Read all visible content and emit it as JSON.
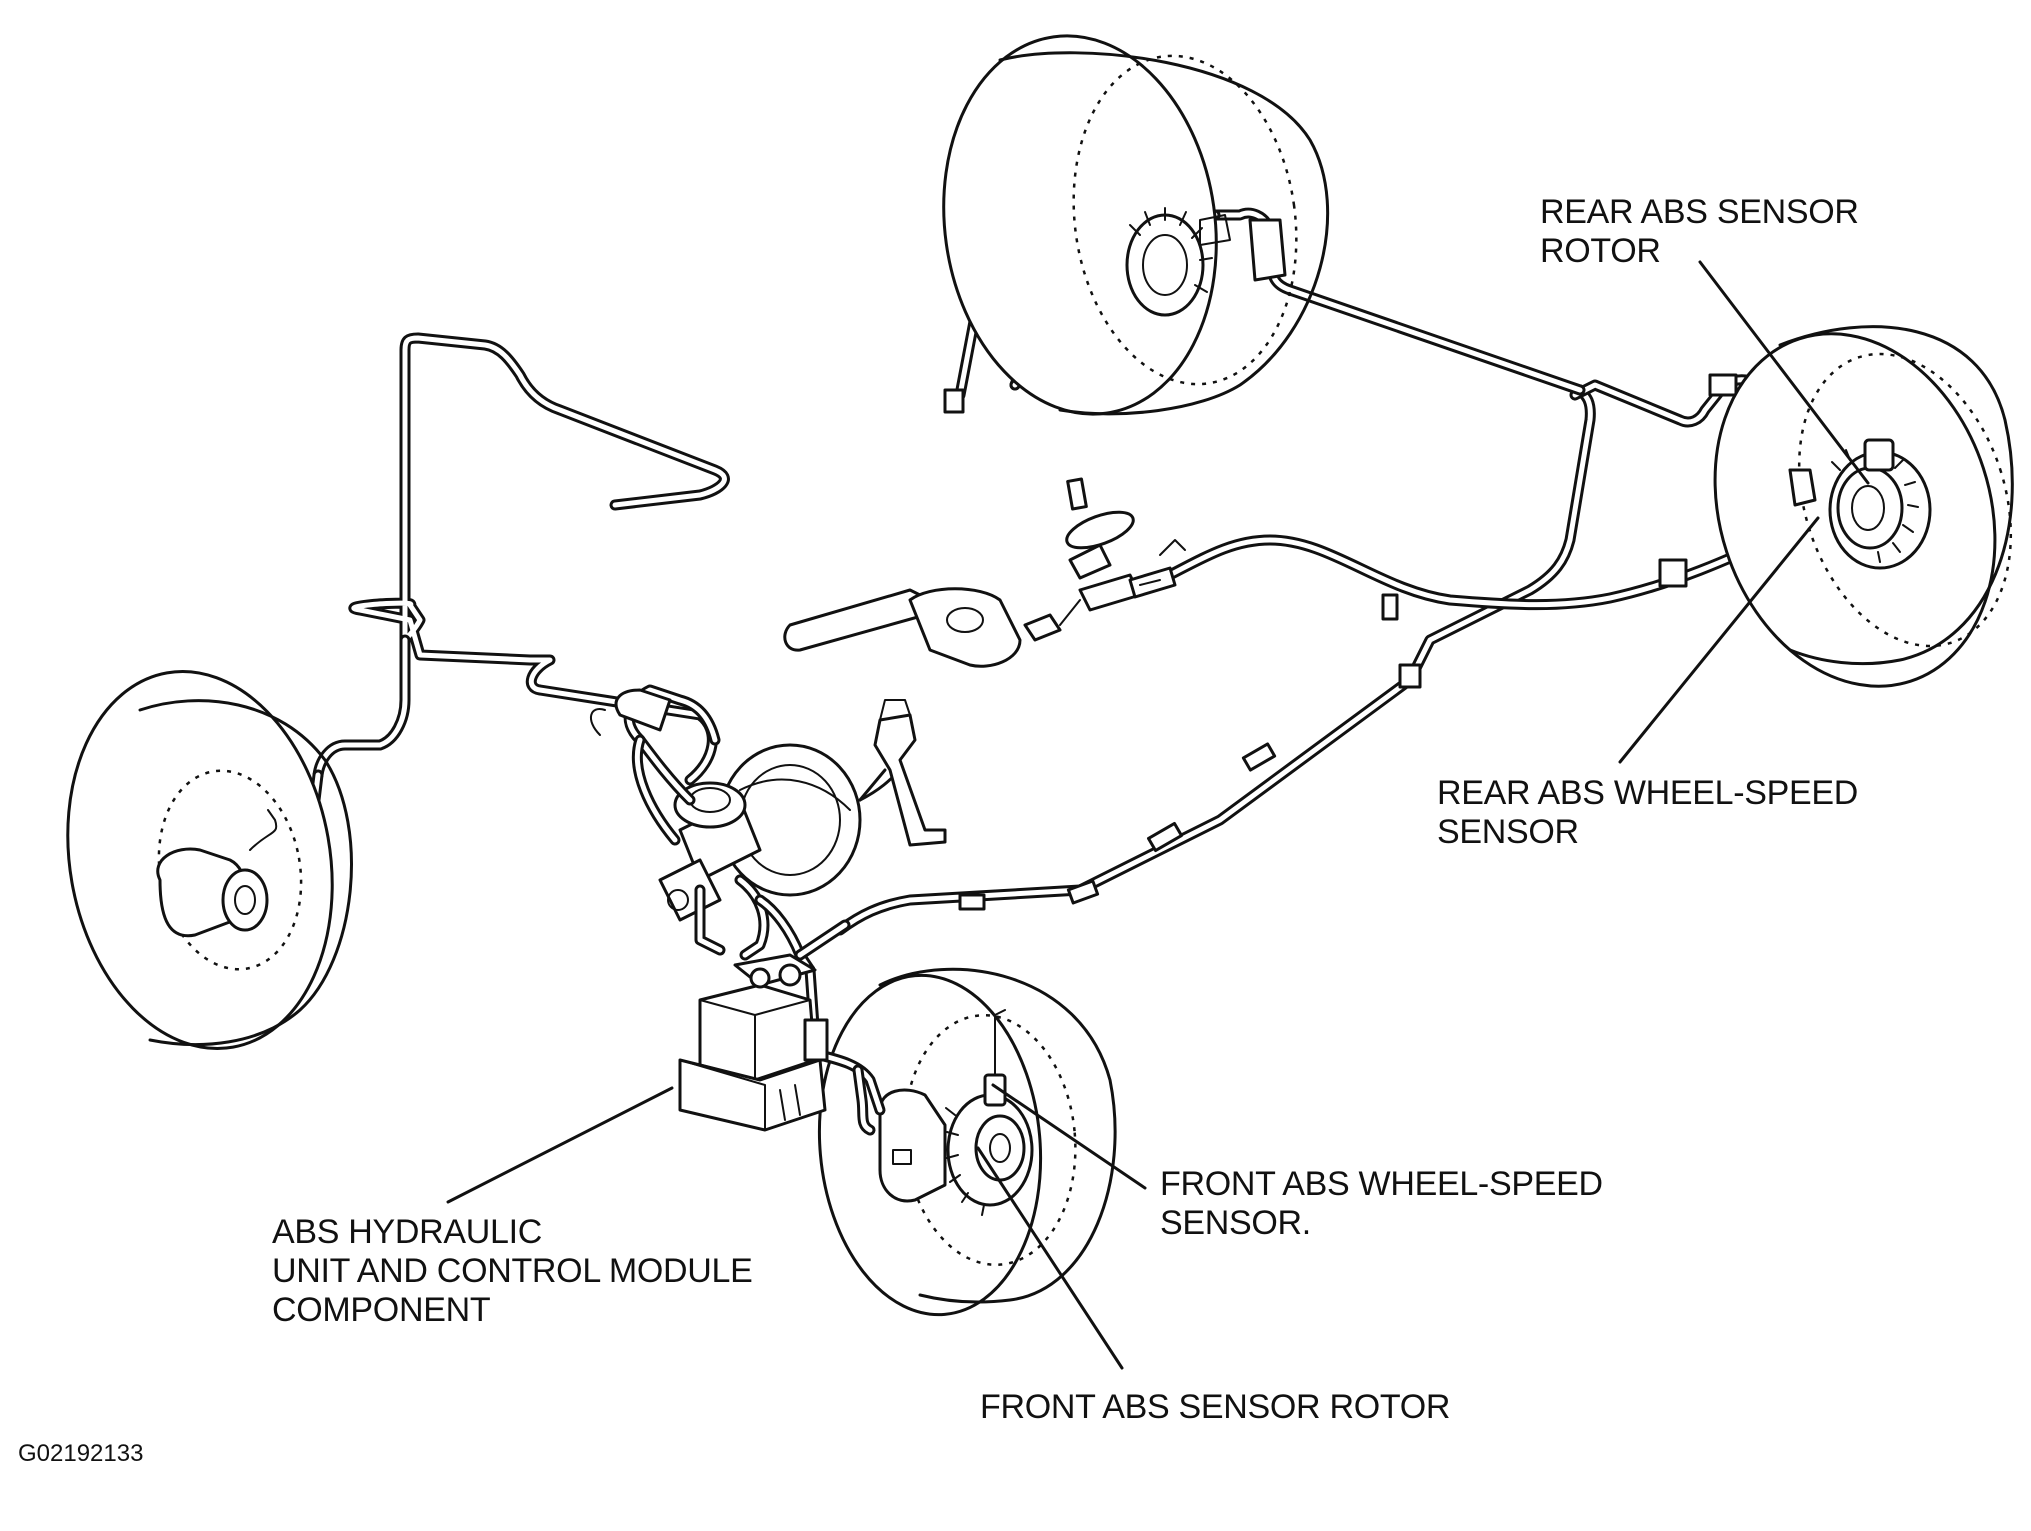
{
  "labels": {
    "rear_rotor": [
      "REAR ABS SENSOR",
      "ROTOR"
    ],
    "rear_sensor": [
      "REAR ABS WHEEL-SPEED",
      "SENSOR"
    ],
    "hydraulic_unit": [
      "ABS HYDRAULIC",
      "UNIT AND CONTROL MODULE",
      "COMPONENT"
    ],
    "front_sensor": [
      "FRONT ABS WHEEL-SPEED",
      "SENSOR."
    ],
    "front_rotor": [
      "FRONT ABS SENSOR ROTOR"
    ]
  },
  "figure_id": "G02192133"
}
